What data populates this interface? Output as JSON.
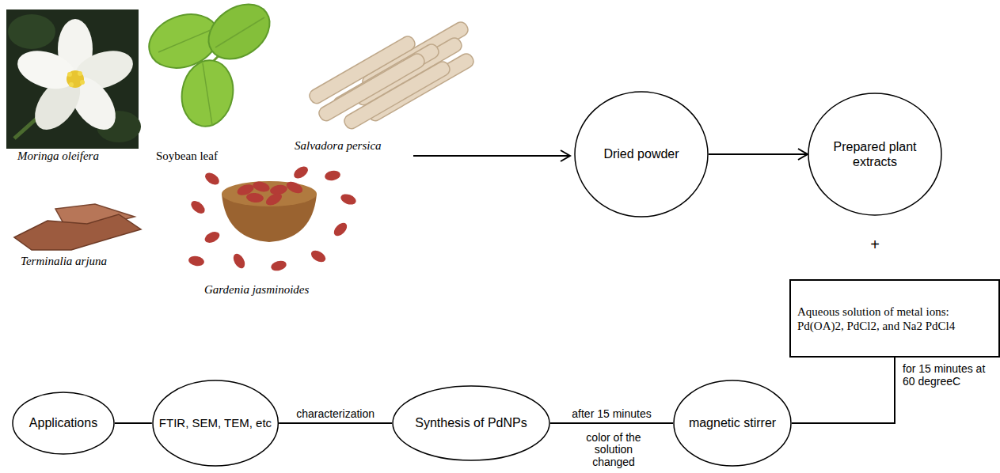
{
  "diagram": {
    "nodes": [
      {
        "text": [
          "Dried powder"
        ]
      },
      {
        "text": [
          "Prepared plant extracts"
        ]
      },
      {
        "text": [
          "Aqueous solution of metal ions: Pd(OA)2, PdCl2, and Na2 PdCl4"
        ]
      },
      {
        "text": [
          "magnetic stirrer"
        ]
      },
      {
        "text": [
          "Synthesis of PdNPs"
        ]
      },
      {
        "text": [
          "FTIR, SEM, TEM, etc"
        ]
      },
      {
        "text": [
          "Applications"
        ]
      }
    ],
    "edges": [
      {
        "from": 0,
        "to": 1,
        "arrow": "to"
      },
      {
        "from": 2,
        "to": 3,
        "label": "for 15 minutes at 60 degreeC",
        "arrow": "none"
      },
      {
        "from": 3,
        "to": 4,
        "label": "after 15 minutes",
        "arrow": "none"
      },
      {
        "from": 4,
        "to": 5,
        "label": "characterization",
        "arrow": "none"
      },
      {
        "from": 5,
        "to": 6,
        "arrow": "none"
      }
    ],
    "labels": [
      "Moringa oleifera",
      "Soybean leaf",
      "Salvadora persica",
      "Terminalia arjuna",
      "Gardenia jasminoides",
      "+",
      "color of the solution changed"
    ]
  }
}
